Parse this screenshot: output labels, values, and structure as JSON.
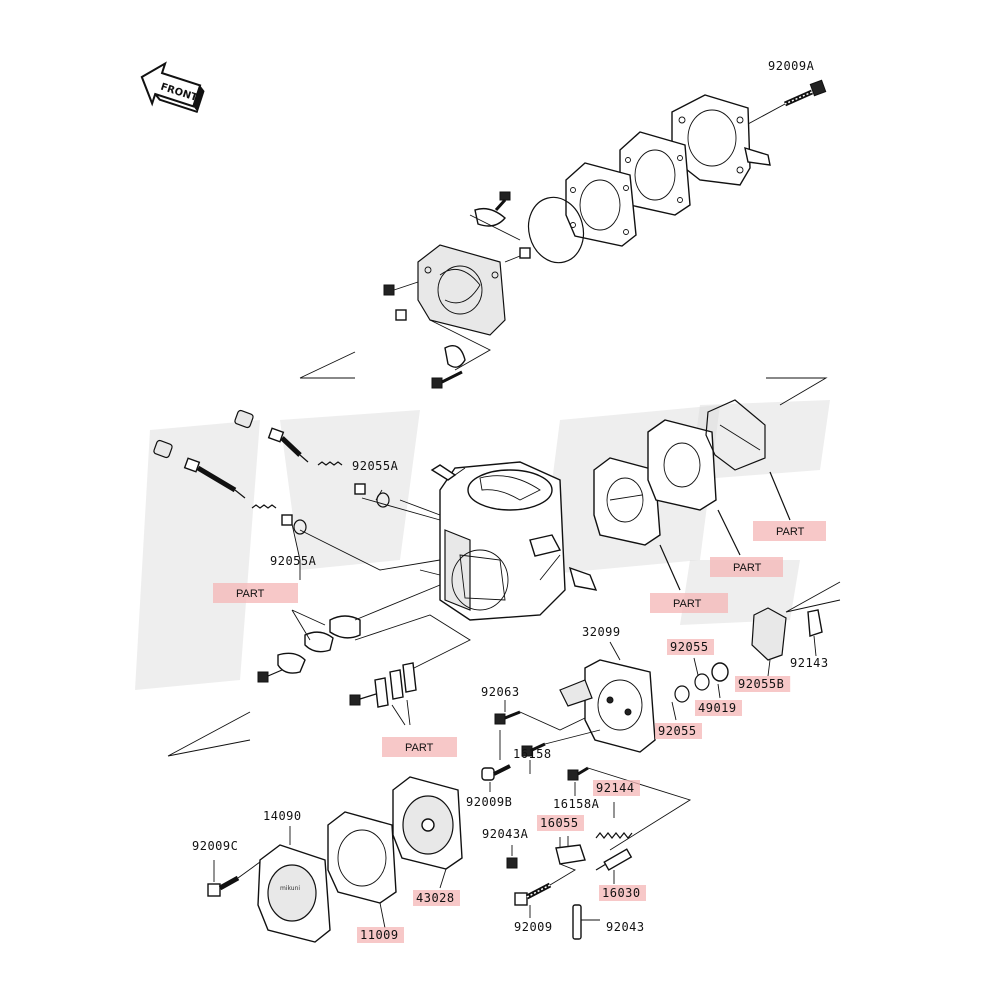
{
  "front_arrow": {
    "label": "FRONT"
  },
  "labels": [
    {
      "id": "92009A",
      "text": "92009A",
      "highlight": false
    },
    {
      "id": "92055A_top",
      "text": "92055A",
      "highlight": false
    },
    {
      "id": "92055A_bot",
      "text": "92055A",
      "highlight": false
    },
    {
      "id": "32099",
      "text": "32099",
      "highlight": false
    },
    {
      "id": "92055_a",
      "text": "92055",
      "highlight": true
    },
    {
      "id": "92055_b",
      "text": "92055",
      "highlight": true
    },
    {
      "id": "49019",
      "text": "49019",
      "highlight": true
    },
    {
      "id": "92055B",
      "text": "92055B",
      "highlight": true
    },
    {
      "id": "92143",
      "text": "92143",
      "highlight": false
    },
    {
      "id": "92063",
      "text": "92063",
      "highlight": false
    },
    {
      "id": "16158",
      "text": "16158",
      "highlight": false
    },
    {
      "id": "16158A",
      "text": "16158A",
      "highlight": false
    },
    {
      "id": "92009B",
      "text": "92009B",
      "highlight": false
    },
    {
      "id": "92144",
      "text": "92144",
      "highlight": true
    },
    {
      "id": "16055",
      "text": "16055",
      "highlight": true
    },
    {
      "id": "92043A",
      "text": "92043A",
      "highlight": false
    },
    {
      "id": "16030",
      "text": "16030",
      "highlight": true
    },
    {
      "id": "92009",
      "text": "92009",
      "highlight": false
    },
    {
      "id": "92043",
      "text": "92043",
      "highlight": false
    },
    {
      "id": "14090",
      "text": "14090",
      "highlight": false
    },
    {
      "id": "92009C",
      "text": "92009C",
      "highlight": false
    },
    {
      "id": "43028",
      "text": "43028",
      "highlight": true
    },
    {
      "id": "11009",
      "text": "11009",
      "highlight": true
    }
  ],
  "part_tags": [
    {
      "id": "part_1",
      "text": "PART"
    },
    {
      "id": "part_2",
      "text": "PART"
    },
    {
      "id": "part_3",
      "text": "PART"
    },
    {
      "id": "part_4",
      "text": "PART"
    },
    {
      "id": "part_5",
      "text": "PART"
    }
  ]
}
